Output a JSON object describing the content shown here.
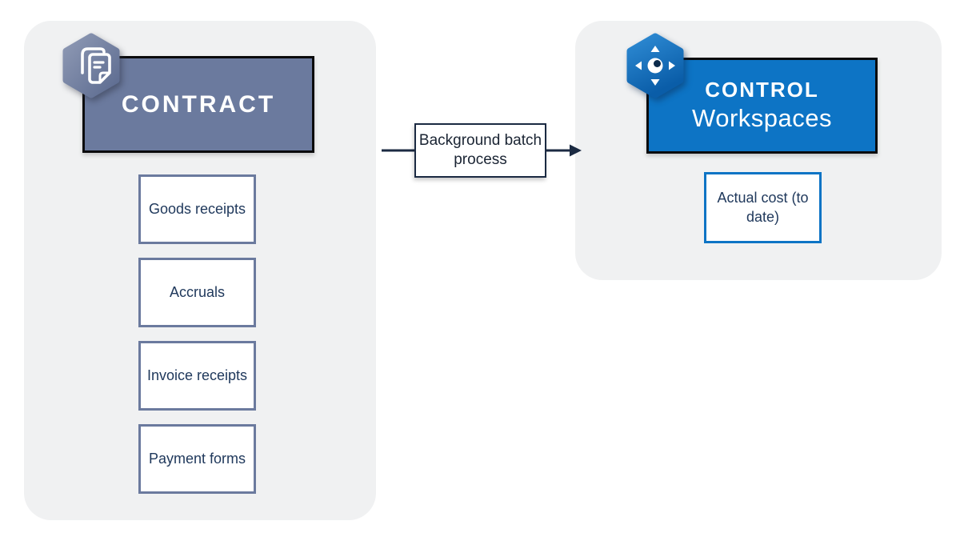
{
  "page": {
    "background": "#FFFFFF",
    "panel_background": "#F0F1F2"
  },
  "colors": {
    "slate": "#6B7A9E",
    "blue": "#0D74C5",
    "header_border": "#0B0B0D",
    "navy_text": "#20395C",
    "connector": "#1B2A42"
  },
  "left_panel": {
    "icon": "copy-documents-icon",
    "header": {
      "title": "CONTRACT"
    },
    "items": [
      "Goods receipts",
      "Accruals",
      "Invoice receipts",
      "Payment forms"
    ]
  },
  "connector": {
    "label": "Background batch process"
  },
  "right_panel": {
    "icon": "pan-move-icon",
    "header": {
      "title": "CONTROL",
      "subtitle": "Workspaces"
    },
    "items": [
      "Actual cost (to date)"
    ]
  }
}
